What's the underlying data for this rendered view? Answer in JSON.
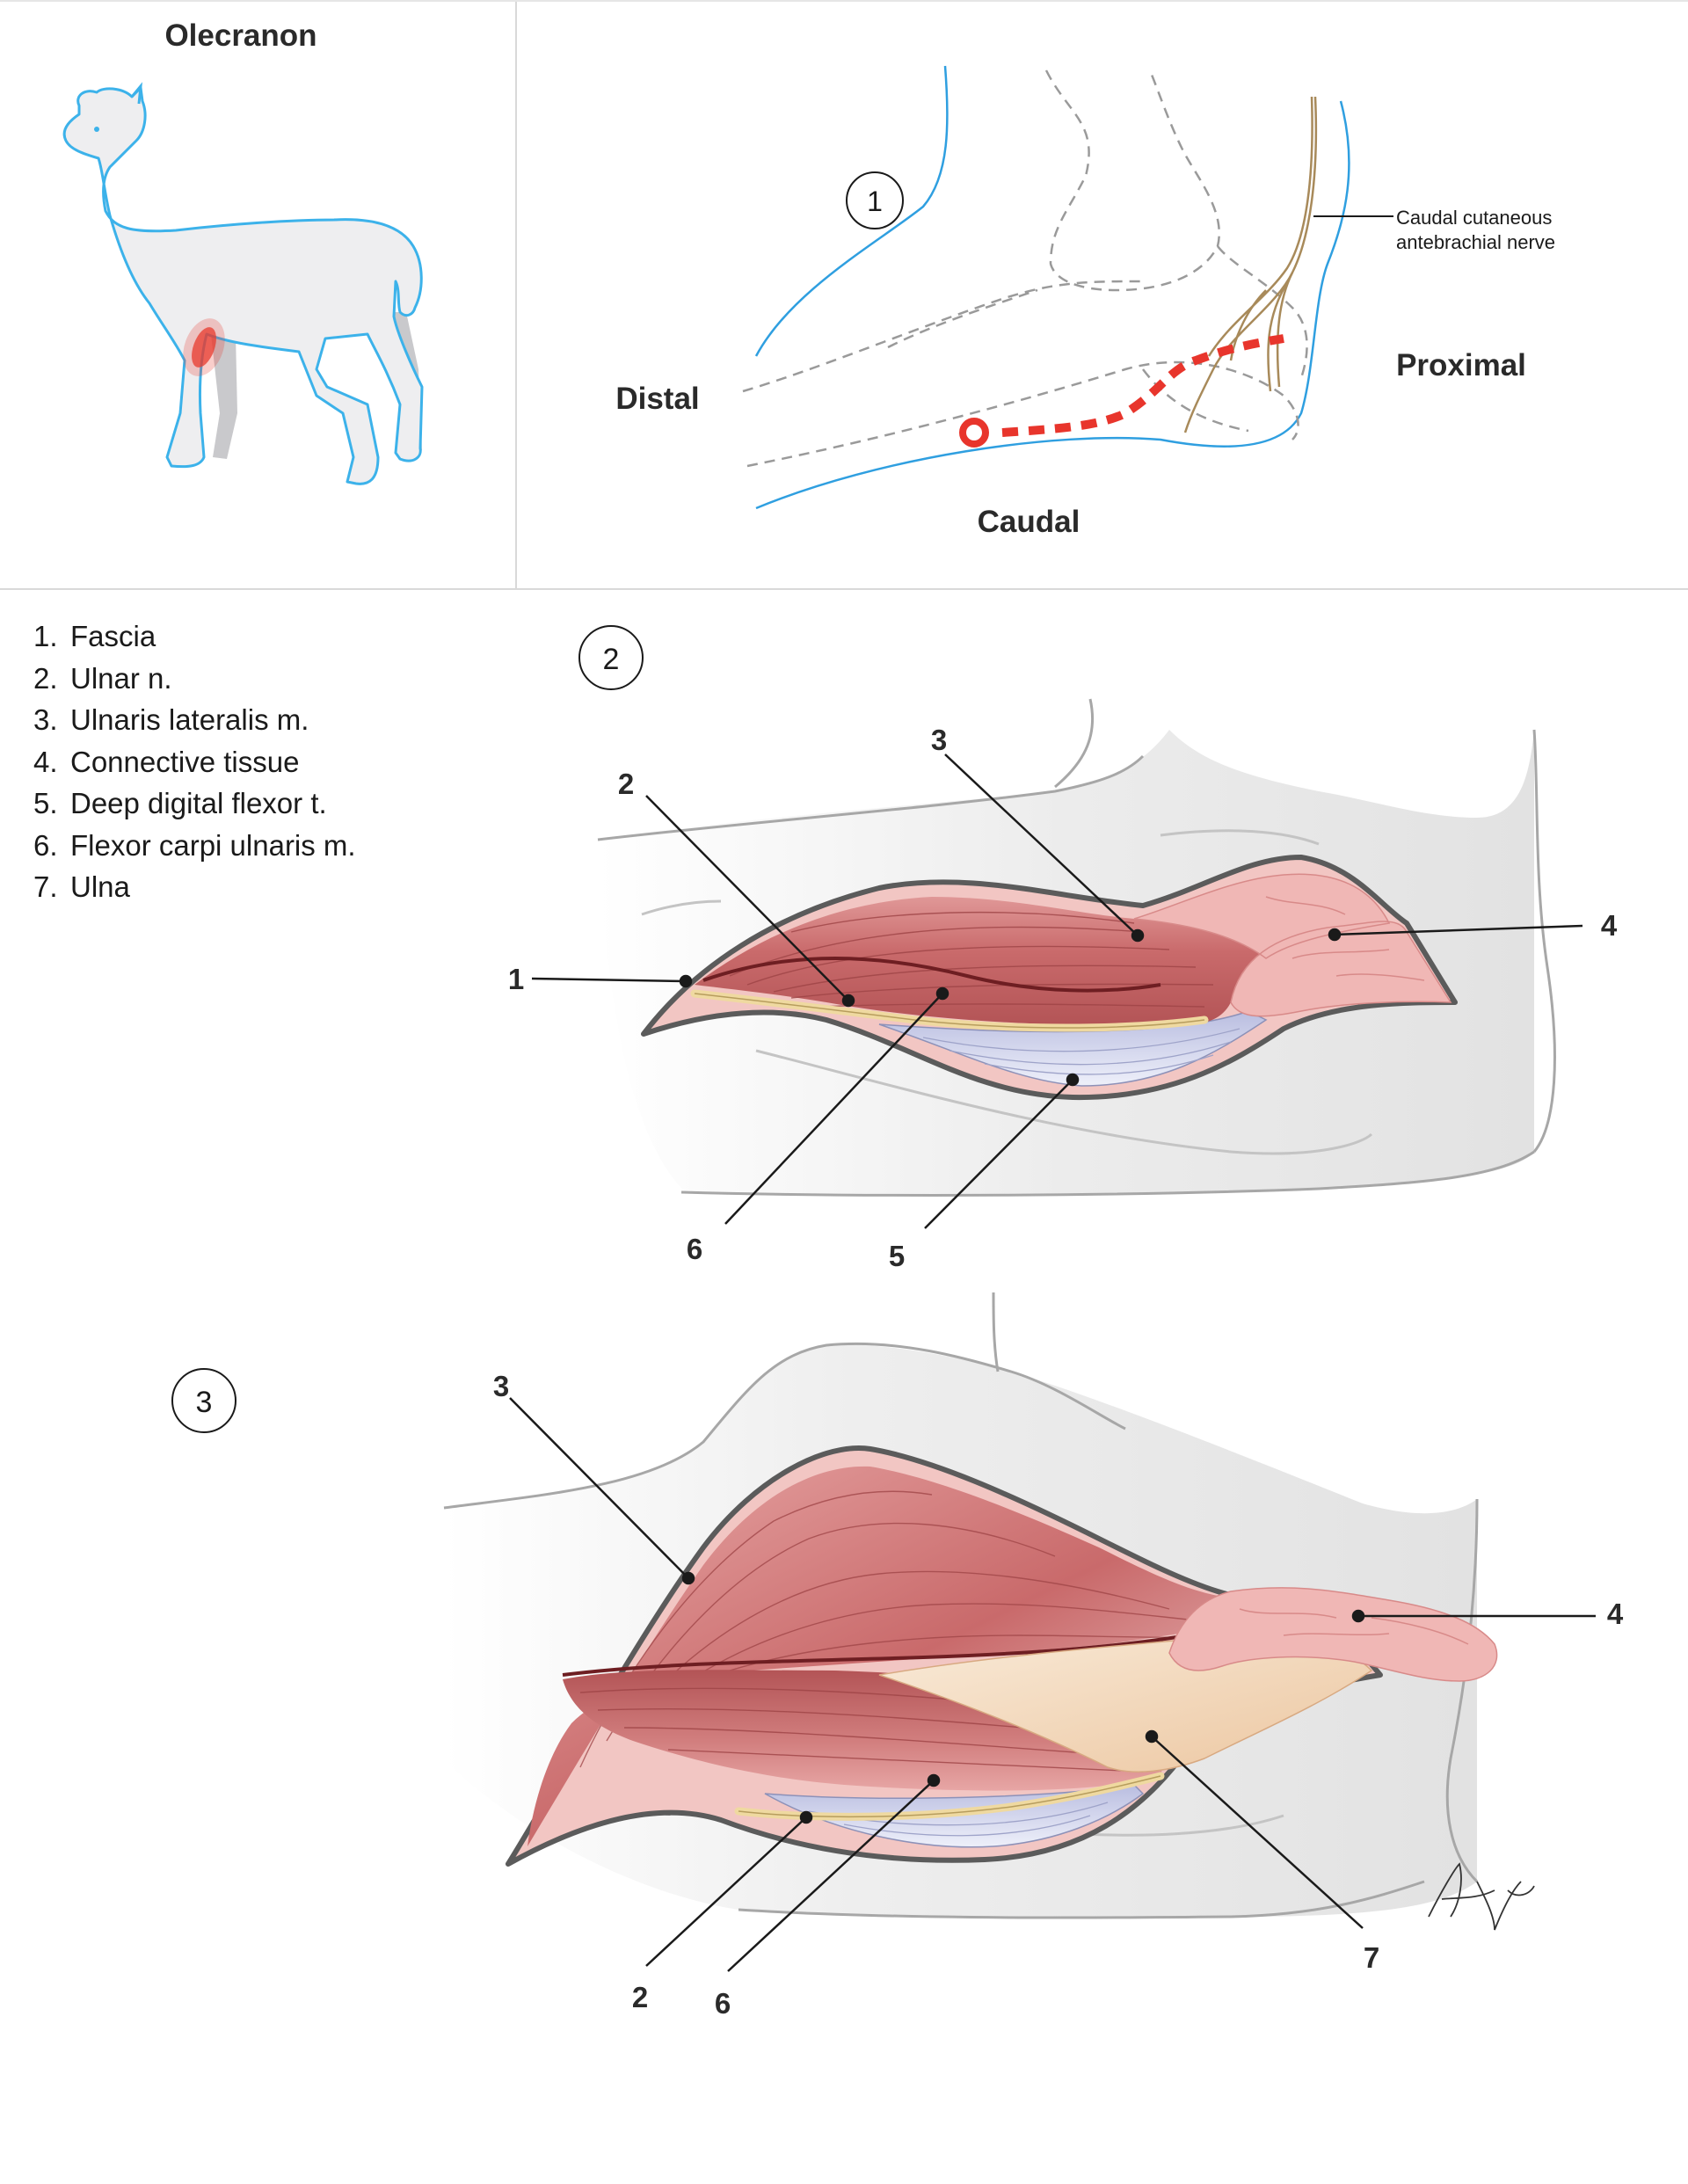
{
  "panel_top_left": {
    "title": "Olecranon"
  },
  "panel_1": {
    "step": "1",
    "nerve_label_line1": "Caudal cutaneous",
    "nerve_label_line2": "antebrachial nerve",
    "directions": {
      "distal": "Distal",
      "proximal": "Proximal",
      "caudal": "Caudal"
    },
    "incision_color": "#e8352c",
    "skin_outline_color": "#2f9fe0"
  },
  "panel_2": {
    "step": "2",
    "callouts": [
      "1",
      "2",
      "3",
      "4",
      "5",
      "6"
    ]
  },
  "panel_3": {
    "step": "3",
    "callouts": [
      "2",
      "3",
      "4",
      "6",
      "7"
    ]
  },
  "legend": {
    "items": [
      {
        "num": "1.",
        "label": "Fascia"
      },
      {
        "num": "2.",
        "label": "Ulnar n."
      },
      {
        "num": "3.",
        "label": "Ulnaris lateralis m."
      },
      {
        "num": "4.",
        "label": "Connective tissue"
      },
      {
        "num": "5.",
        "label": "Deep digital flexor t."
      },
      {
        "num": "6.",
        "label": "Flexor carpi ulnaris m."
      },
      {
        "num": "7.",
        "label": "Ulna"
      }
    ]
  },
  "colors": {
    "muscle": "#c9696a",
    "tendon_blue": "#c8cce6",
    "nerve_yellow": "#efd9a0",
    "connective_pink": "#f0b7b5",
    "bone": "#f3dcc0"
  }
}
